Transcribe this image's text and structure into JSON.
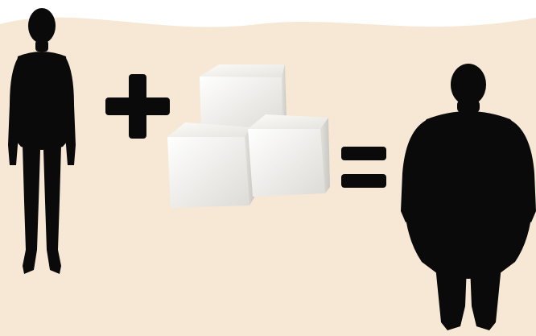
{
  "scene": {
    "elements": [
      {
        "id": "slim-person",
        "icon": "person-silhouette-icon"
      },
      {
        "id": "plus-sign",
        "icon": "plus-icon"
      },
      {
        "id": "sugar-cubes",
        "icon": "sugar-cube-icon",
        "count": 3
      },
      {
        "id": "equals-sign",
        "icon": "equals-icon"
      },
      {
        "id": "obese-person",
        "icon": "obese-person-silhouette-icon"
      }
    ],
    "colors": {
      "background_top": "#ffffff",
      "background_beige": "#f7e8d6",
      "silhouette": "#0a0a0a",
      "cube_light": "#f6f5f2",
      "cube_shadow": "#cfcdc8"
    }
  }
}
